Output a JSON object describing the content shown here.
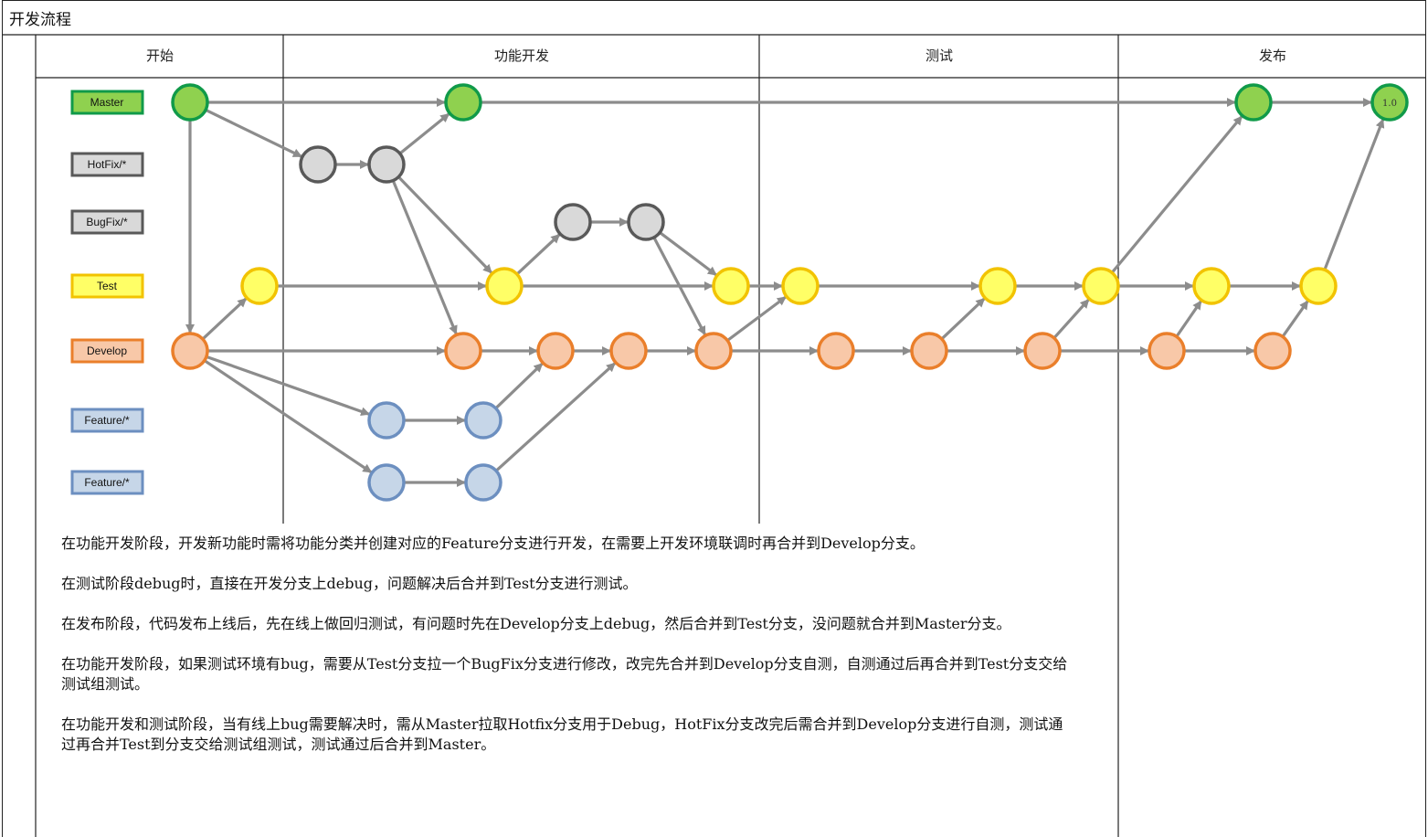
{
  "title": "开发流程",
  "lanes": [
    "开始",
    "功能开发",
    "测试",
    "发布"
  ],
  "branches": [
    {
      "id": "master",
      "label": "Master",
      "fill": "#8fd14f",
      "stroke": "#109a49"
    },
    {
      "id": "hotfix",
      "label": "HotFix/*",
      "fill": "#d9d9d9",
      "stroke": "#595959"
    },
    {
      "id": "bugfix",
      "label": "BugFix/*",
      "fill": "#d9d9d9",
      "stroke": "#595959"
    },
    {
      "id": "test",
      "label": "Test",
      "fill": "#ffff66",
      "stroke": "#f2c300"
    },
    {
      "id": "develop",
      "label": "Develop",
      "fill": "#f8c8a8",
      "stroke": "#ea7f2b"
    },
    {
      "id": "feature1",
      "label": "Feature/*",
      "fill": "#c6d6e8",
      "stroke": "#6c8fc0"
    },
    {
      "id": "feature2",
      "label": "Feature/*",
      "fill": "#c6d6e8",
      "stroke": "#6c8fc0"
    }
  ],
  "release_node_label": "1.0",
  "notes": [
    "在功能开发阶段，开发新功能时需将功能分类并创建对应的Feature分支进行开发，在需要上开发环境联调时再合并到Develop分支。",
    "在测试阶段debug时，直接在开发分支上debug，问题解决后合并到Test分支进行测试。",
    "在发布阶段，代码发布上线后，先在线上做回归测试，有问题时先在Develop分支上debug，然后合并到Test分支，没问题就合并到Master分支。",
    "在功能开发阶段，如果测试环境有bug，需要从Test分支拉一个BugFix分支进行修改，改完先合并到Develop分支自测，自测通过后再合并到Test分支交给测试组测试。",
    "在功能开发和测试阶段，当有线上bug需要解决时，需从Master拉取Hotfix分支用于Debug，HotFix分支改完后需合并到Develop分支进行自测，测试通过再合并Test到分支交给测试组测试，测试通过后合并到Master。"
  ],
  "colors": {
    "arrow": "#8c8c8c",
    "border": "#222222"
  }
}
